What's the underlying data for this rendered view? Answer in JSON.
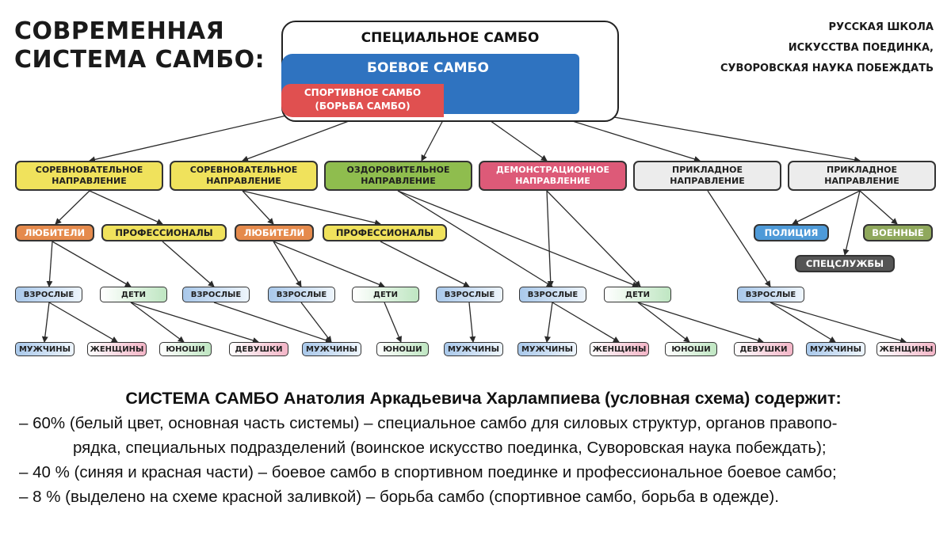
{
  "title_lines": [
    "СОВРЕМЕННАЯ",
    "СИСТЕМА САМБО:"
  ],
  "school_lines": [
    "РУССКАЯ ШКОЛА",
    "ИСКУССТВА ПОЕДИНКА,",
    "СУВОРОВСКАЯ НАУКА ПОБЕЖДАТЬ"
  ],
  "top": {
    "special": "СПЕЦИАЛЬНОЕ САМБО",
    "combat": "БОЕВОЕ САМБО",
    "sport_line1": "СПОРТИВНОЕ САМБО",
    "sport_line2": "(БОРЬБА САМБО)"
  },
  "directions": [
    {
      "line1": "СОРЕВНОВАТЕЛЬНОЕ",
      "line2": "НАПРАВЛЕНИЕ",
      "color": "#f0e25c"
    },
    {
      "line1": "СОРЕВНОВАТЕЛЬНОЕ",
      "line2": "НАПРАВЛЕНИЕ",
      "color": "#f0e25c"
    },
    {
      "line1": "ОЗДОРОВИТЕЛЬНОЕ",
      "line2": "НАПРАВЛЕНИЕ",
      "color": "#8fbd4e"
    },
    {
      "line1": "ДЕМОНСТРАЦИОННОЕ",
      "line2": "НАПРАВЛЕНИЕ",
      "color": "#dd5a78"
    },
    {
      "line1": "ПРИКЛАДНОЕ",
      "line2": "НАПРАВЛЕНИЕ",
      "color": "#ececec"
    },
    {
      "line1": "ПРИКЛАДНОЕ",
      "line2": "НАПРАВЛЕНИЕ",
      "color": "#ececec"
    }
  ],
  "levels": {
    "amateurs1": "ЛЮБИТЕЛИ",
    "pros1": "ПРОФЕССИОНАЛЫ",
    "amateurs2": "ЛЮБИТЕЛИ",
    "pros2": "ПРОФЕССИОНАЛЫ",
    "police": "ПОЛИЦИЯ",
    "military": "ВОЕННЫЕ",
    "special_services": "СПЕЦСЛУЖБЫ"
  },
  "ages": [
    "ВЗРОСЛЫЕ",
    "ДЕТИ",
    "ВЗРОСЛЫЕ",
    "ВЗРОСЛЫЕ",
    "ДЕТИ",
    "ВЗРОСЛЫЕ",
    "ВЗРОСЛЫЕ",
    "ДЕТИ",
    "ВЗРОСЛЫЕ"
  ],
  "groups": [
    "МУЖЧИНЫ",
    "ЖЕНЩИНЫ",
    "ЮНОШИ",
    "ДЕВУШКИ",
    "МУЖЧИНЫ",
    "ЮНОШИ",
    "МУЖЧИНЫ",
    "МУЖЧИНЫ",
    "ЖЕНЩИНЫ",
    "ЮНОШИ",
    "ДЕВУШКИ",
    "МУЖЧИНЫ",
    "ЖЕНЩИНЫ"
  ],
  "bottom": {
    "title": "СИСТЕМА САМБО Анатолия Аркадьевича Харлампиева (условная схема) содержит:",
    "l1": "– 60% (белый цвет, основная часть системы) – специальное самбо для силовых структур, органов правопо-",
    "l2": "рядка, специальных подразделений (воинское искусство поединка, Суворовская наука побеждать);",
    "l3": "– 40 % (синяя и красная части) – боевое самбо в спортивном поединке и профессиональное боевое самбо;",
    "l4": "–  8 % (выделено на схеме красной заливкой) – борьба самбо (спортивное самбо, борьба в одежде)."
  }
}
